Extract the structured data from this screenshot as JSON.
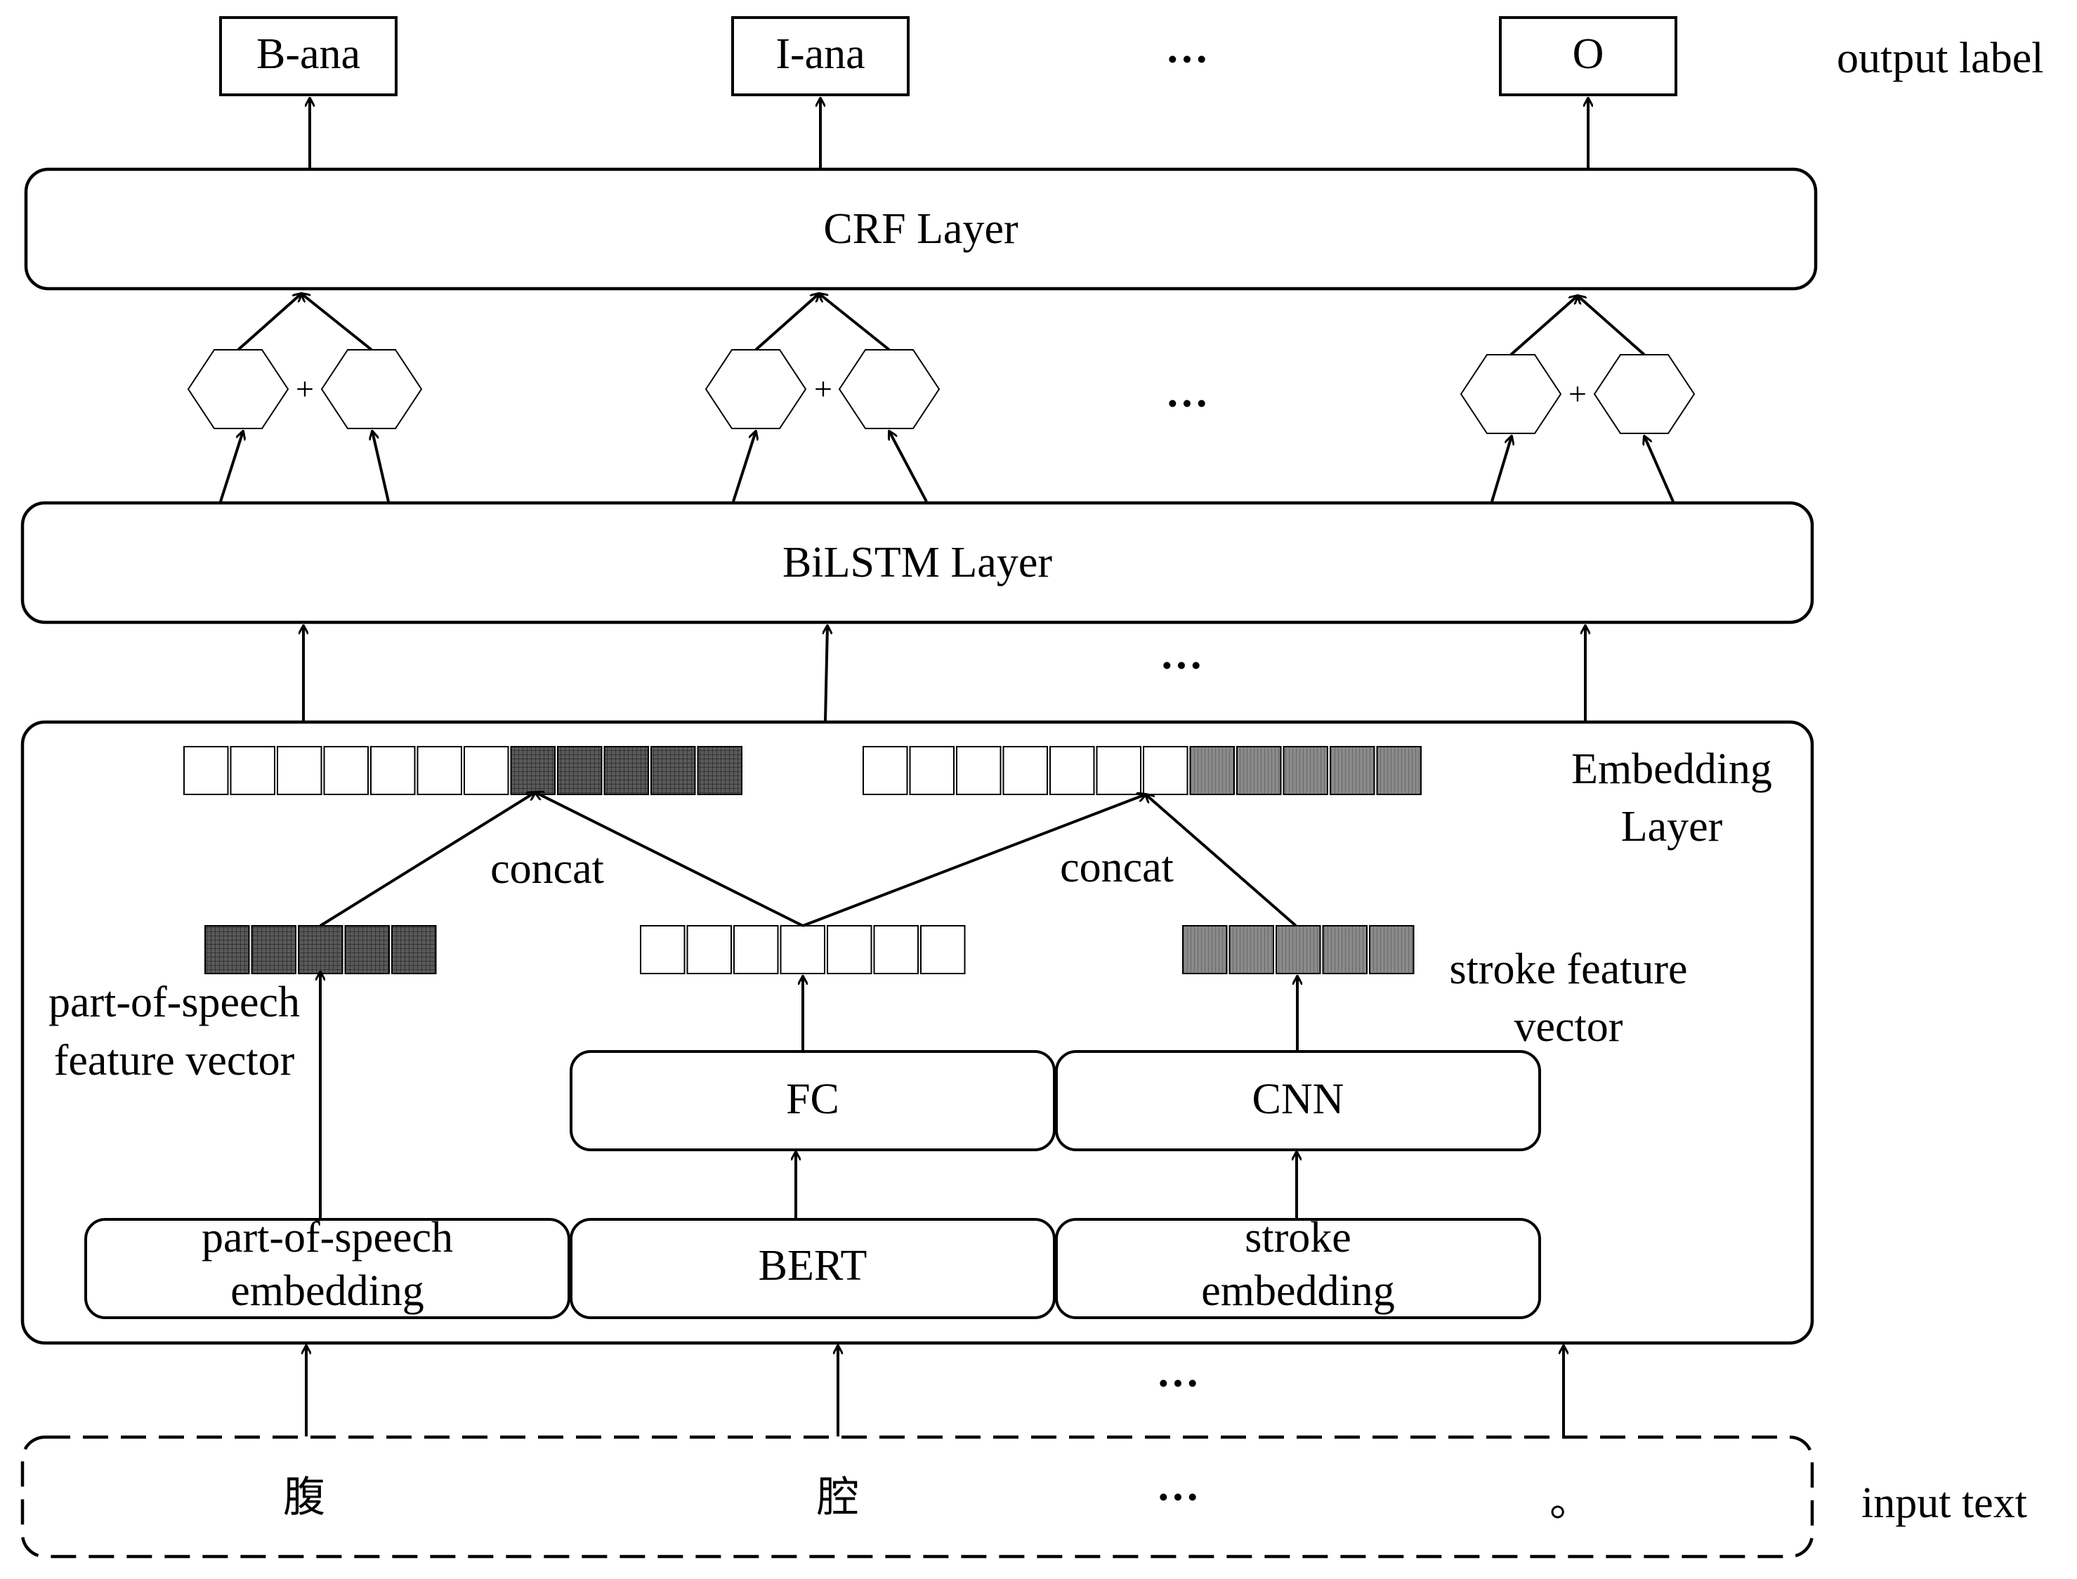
{
  "labels": {
    "output_label": "output label",
    "input_text": "input text",
    "embedding_layer": [
      "Embedding",
      "Layer"
    ],
    "crf_layer": "CRF Layer",
    "bilstm_layer": "BiLSTM Layer",
    "fc": "FC",
    "cnn": "CNN",
    "bert": "BERT",
    "pos_embedding": [
      "part-of-speech",
      "embedding"
    ],
    "stroke_embedding": [
      "stroke",
      "embedding"
    ],
    "pos_feature_vector": [
      "part-of-speech",
      "feature vector"
    ],
    "stroke_feature_vector": [
      "stroke feature",
      "vector"
    ],
    "concat_left": "concat",
    "concat_right": "concat",
    "plus": "+",
    "ellipsis": "···"
  },
  "output_labels": [
    "B-ana",
    "I-ana",
    "O"
  ],
  "input_chars": [
    "腹",
    "腔",
    "。"
  ]
}
